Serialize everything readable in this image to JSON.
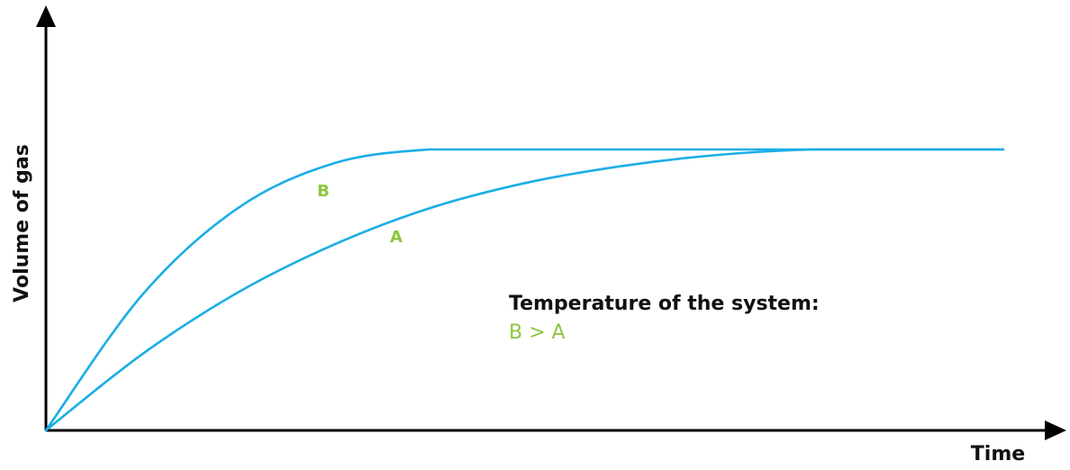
{
  "chart_data": {
    "type": "line",
    "xlabel": "Time",
    "ylabel": "Volume of gas",
    "ticks_shown": false,
    "grid": false,
    "x": [
      0,
      0.1,
      0.2,
      0.3,
      0.4,
      0.5,
      0.6,
      0.7,
      0.8,
      0.9,
      1.0
    ],
    "series": [
      {
        "name": "B",
        "color": "#1aaee5",
        "values": [
          0,
          0.48,
          0.79,
          0.95,
          1.0,
          1.0,
          1.0,
          1.0,
          1.0,
          1.0,
          1.0
        ]
      },
      {
        "name": "A",
        "color": "#1aaee5",
        "values": [
          0,
          0.27,
          0.49,
          0.66,
          0.79,
          0.88,
          0.94,
          0.98,
          1.0,
          1.0,
          1.0
        ]
      }
    ],
    "label_color": "#8cc63f",
    "annotation": {
      "title": "Temperature of the system:",
      "text": "B > A",
      "text_color": "#8cc63f"
    }
  }
}
